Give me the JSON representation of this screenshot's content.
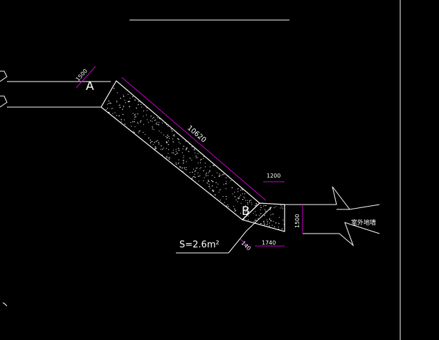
{
  "drawing": {
    "labels": {
      "point_a": "A",
      "point_b": "B",
      "area": "S=2.6m²",
      "wall_note": "室外地墙"
    },
    "dimensions": {
      "width_a": "1500",
      "slope_length": "10620",
      "width_b_top": "1200",
      "width_b_side": "1500",
      "width_b_bottom": "1740",
      "offset_small": "140"
    },
    "colors": {
      "background": "#000000",
      "line": "#ffffff",
      "dimension": "#d000d0",
      "hatch": "#ffffff"
    }
  }
}
